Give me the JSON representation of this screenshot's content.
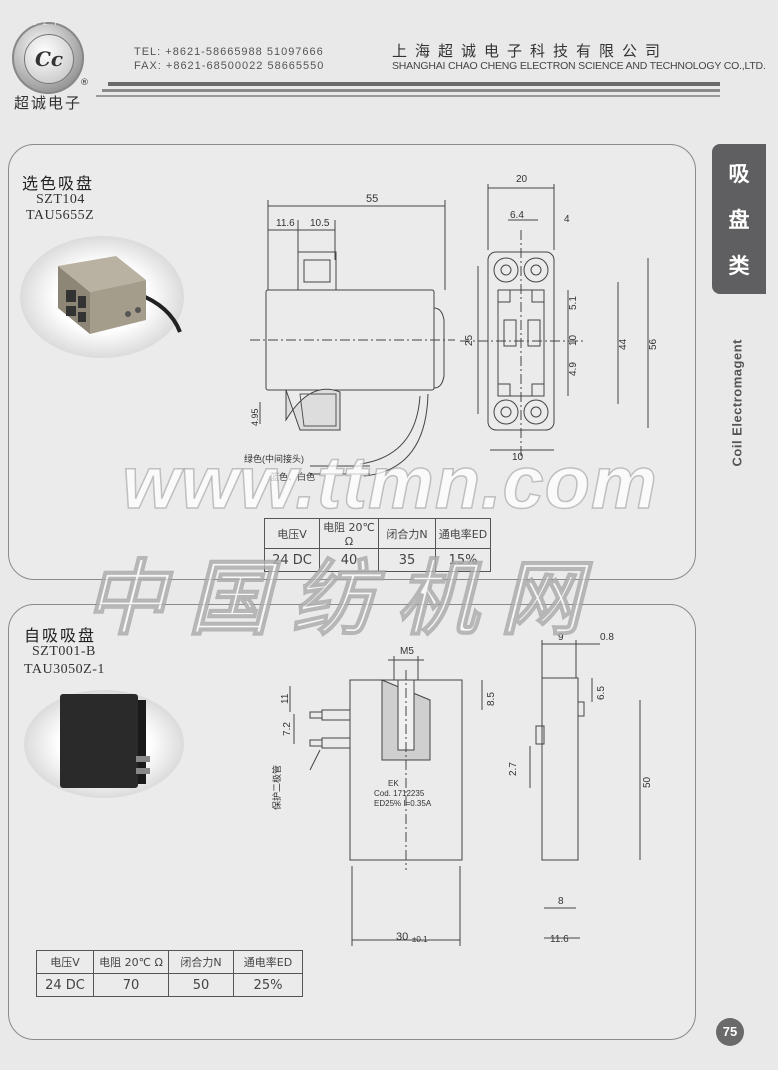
{
  "header": {
    "logo_ring": "SZT",
    "logo_mark": "Cc",
    "registered": "®",
    "brand_cn": "超诚电子",
    "tel": "TEL: +8621-58665988  51097666",
    "fax": "FAX: +8621-68500022  58665550",
    "company_cn": "上海超诚电子科技有限公司",
    "company_en": "SHANGHAI CHAO CHENG ELECTRON SCIENCE AND TECHNOLOGY CO.,LTD."
  },
  "sidetab": {
    "chars": [
      "吸",
      "盘",
      "类"
    ],
    "label_en": "Coil Electromagent"
  },
  "product1": {
    "title": "选色吸盘",
    "model1": "SZT104",
    "model2": "TAU5655Z",
    "dims": {
      "d55": "55",
      "d11_6": "11.6",
      "d10_5": "10.5",
      "d20": "20",
      "d6_4": "6.4",
      "d4": "4",
      "d25": "25",
      "d5_1": "5.1",
      "d10b": "10",
      "d4_9": "4.9",
      "d44": "44",
      "d56": "56",
      "d10c": "10",
      "d4_95": "4.95"
    },
    "wire_labels": [
      "绿色(中间接头)",
      "蓝色、白色"
    ],
    "table": {
      "headers": [
        "电压V",
        "电阻 20℃ Ω",
        "闭合力N",
        "通电率ED"
      ],
      "values": [
        "24  DC",
        "40",
        "35",
        "15%"
      ]
    }
  },
  "product2": {
    "title": "自吸吸盘",
    "model1": "SZT001-B",
    "model2": "TAU3050Z-1",
    "dims": {
      "m5": "M5",
      "d8_5": "8.5",
      "d11": "11",
      "d7_2": "7.2",
      "d9": "9",
      "d0_8": "0.8",
      "d6_5": "6.5",
      "d2_7": "2.7",
      "d50": "50",
      "d8": "8",
      "d30": "30",
      "d30_tol": "±0.1",
      "d11_6": "11.6"
    },
    "arrow_label": "保护二极管",
    "nameplate": [
      "EK",
      "Cod.    1712235",
      "ED25%  I=0.35A"
    ],
    "table": {
      "headers": [
        "电压V",
        "电阻 20℃ Ω",
        "闭合力N",
        "通电率ED"
      ],
      "values": [
        "24  DC",
        "70",
        "50",
        "25%"
      ]
    }
  },
  "watermark": {
    "url": "www.ttmn.com",
    "cn": "中国纺机网"
  },
  "page_number": "75"
}
